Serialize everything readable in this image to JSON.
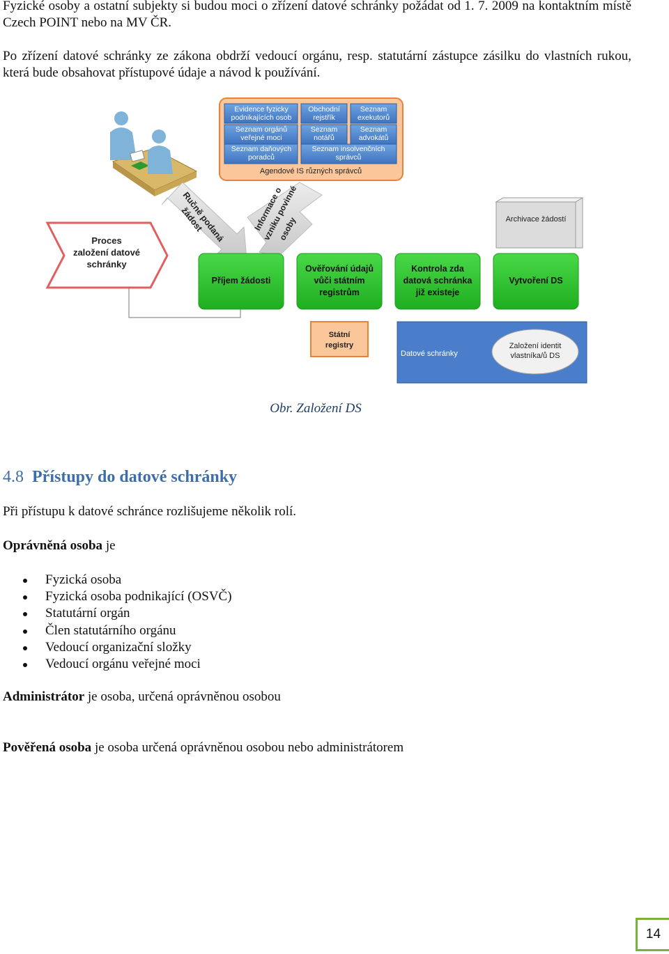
{
  "paragraphs": {
    "p1": "Fyzické osoby a ostatní subjekty si budou moci o zřízení datové schránky požádat od 1. 7. 2009 na kontaktním místě Czech POINT nebo na MV ČR.",
    "p2": "Po zřízení datové schránky ze zákona obdrží vedoucí orgánu, resp. statutární zástupce zásilku do vlastních rukou, která bude obsahovat přístupové údaje a návod k používání."
  },
  "diagram": {
    "registry_boxes": [
      [
        "Evidence fyzicky",
        "podnikajících osob"
      ],
      [
        "Obchodní",
        "rejstřík"
      ],
      [
        "Seznam",
        "exekutorů"
      ],
      [
        "Seznam orgánů",
        "veřejné moci"
      ],
      [
        "Seznam",
        "notářů"
      ],
      [
        "Seznam",
        "advokátů"
      ],
      [
        "Seznam daňových",
        "poradců"
      ],
      [
        "Seznam insolvenčních",
        "správců"
      ]
    ],
    "agendove_label": "Agendové IS různých správců",
    "process_label": [
      "Proces",
      "založení datové",
      "schránky"
    ],
    "arrow_manual": [
      "Ručně podaná",
      "žádost"
    ],
    "arrow_info": [
      "Informace o",
      "vzniku povinné",
      "osoby"
    ],
    "steps": [
      [
        "Příjem žádosti"
      ],
      [
        "Ověřování údajů",
        "vůči státním",
        "registrům"
      ],
      [
        "Kontrola zda",
        "datová schránka",
        "již existeje"
      ],
      [
        "Vytvoření DS"
      ]
    ],
    "archive_label": "Archivace žádostí",
    "state_registers": [
      "Státní",
      "registry"
    ],
    "datove_schranky_label": "Datové schránky",
    "identity_label": [
      "Založení identit",
      "vlastníka/ů DS"
    ],
    "colors": {
      "orange_fill": "#fbc79a",
      "orange_border": "#e8823a",
      "registry_blue": "#4a84c6",
      "green": "#2dc52d",
      "green_dark": "#1e9a1e",
      "ds_blue": "#4a7ecb",
      "arrow_gray": "#d3d3d3"
    }
  },
  "caption": "Obr. Založení DS",
  "section": {
    "number": "4.8",
    "title": "Přístupy do datové schránky"
  },
  "intro": "Při přístupu k datové schránce rozlišujeme několik rolí.",
  "opravnena": {
    "term": "Oprávněná osoba",
    "rest": " je"
  },
  "roles": [
    "Fyzická osoba",
    "Fyzická osoba podnikající (OSVČ)",
    "Statutární orgán",
    "Člen statutárního orgánu",
    "Vedoucí organizační složky",
    "Vedoucí orgánu veřejné moci"
  ],
  "administrator": {
    "term": "Administrátor",
    "rest": " je osoba, určená oprávněnou osobou"
  },
  "poverena": {
    "term": "Pověřená osoba",
    "rest": " je osoba určená oprávněnou osobou nebo administrátorem"
  },
  "page_number": "14"
}
